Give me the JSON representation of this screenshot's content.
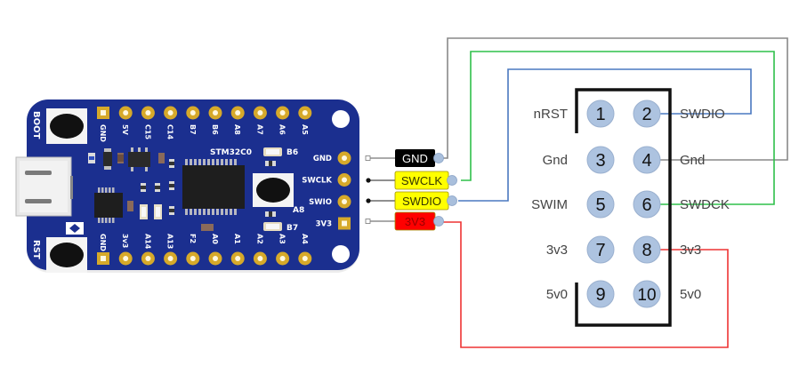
{
  "board": {
    "name": "STM32C0",
    "colors": {
      "pcb": "#1b2f8f",
      "pad": "#d6a92a",
      "silk": "#ffffff"
    },
    "buttons": {
      "boot": "BOOT",
      "reset": "RST"
    },
    "top_pins": [
      "GND",
      "5V",
      "C15",
      "C14",
      "B7",
      "B6",
      "A8",
      "A7",
      "A6",
      "A5"
    ],
    "bottom_pins": [
      "GND",
      "3v3",
      "A14",
      "A13",
      "F2",
      "A0",
      "A1",
      "A2",
      "A3",
      "A4"
    ],
    "right_pins": [
      "GND",
      "SWCLK",
      "SWIO",
      "3V3"
    ],
    "labels": {
      "led_top": "B6",
      "led_bottom": "B7",
      "user_button": "A8"
    }
  },
  "connector_labels": [
    {
      "text": "GND",
      "bg": "#000000",
      "fg": "#ffffff"
    },
    {
      "text": "SWCLK",
      "bg": "#ffff00",
      "fg": "#333300"
    },
    {
      "text": "SWDIO",
      "bg": "#ffff00",
      "fg": "#333300"
    },
    {
      "text": "3V3",
      "bg": "#ff0000",
      "fg": "#990000"
    }
  ],
  "header": {
    "pins": [
      {
        "num": "1",
        "label": "nRST"
      },
      {
        "num": "2",
        "label": "SWDIO"
      },
      {
        "num": "3",
        "label": "Gnd"
      },
      {
        "num": "4",
        "label": "Gnd"
      },
      {
        "num": "5",
        "label": "SWIM"
      },
      {
        "num": "6",
        "label": "SWDCK"
      },
      {
        "num": "7",
        "label": "3v3"
      },
      {
        "num": "8",
        "label": "3v3"
      },
      {
        "num": "9",
        "label": "5v0"
      },
      {
        "num": "10",
        "label": "5v0"
      }
    ]
  },
  "wires": [
    {
      "from": "GND",
      "to": "4",
      "color": "#888888"
    },
    {
      "from": "SWCLK",
      "to": "6",
      "color": "#2ec04a"
    },
    {
      "from": "SWDIO",
      "to": "2",
      "color": "#4a78c0"
    },
    {
      "from": "3V3",
      "to": "8",
      "color": "#ee3333"
    }
  ]
}
